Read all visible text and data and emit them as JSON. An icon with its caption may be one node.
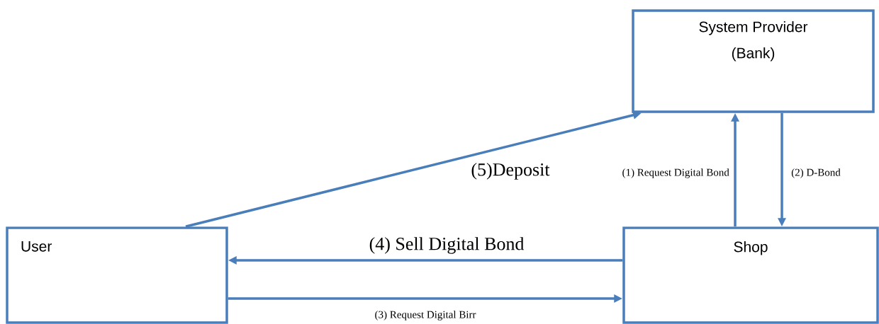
{
  "diagram": {
    "nodes": [
      {
        "text": [
          "System Provider (Bank)"
        ]
      },
      {
        "text": [
          "User"
        ]
      },
      {
        "text": [
          "Shop"
        ]
      }
    ],
    "edges": [
      {
        "from": 2,
        "to": 0,
        "arrow": "to",
        "label": "(1) Request Digital Bond"
      },
      {
        "from": 0,
        "to": 2,
        "arrow": "to",
        "label": "(2) D-Bond"
      },
      {
        "from": 1,
        "to": 2,
        "arrow": "to",
        "label": "(3) Request Digital Birr"
      },
      {
        "from": 2,
        "to": 1,
        "arrow": "to",
        "label": "(4) Sell Digital Bond"
      },
      {
        "from": 1,
        "to": 0,
        "arrow": "to",
        "label": "(5)Deposit"
      }
    ]
  }
}
